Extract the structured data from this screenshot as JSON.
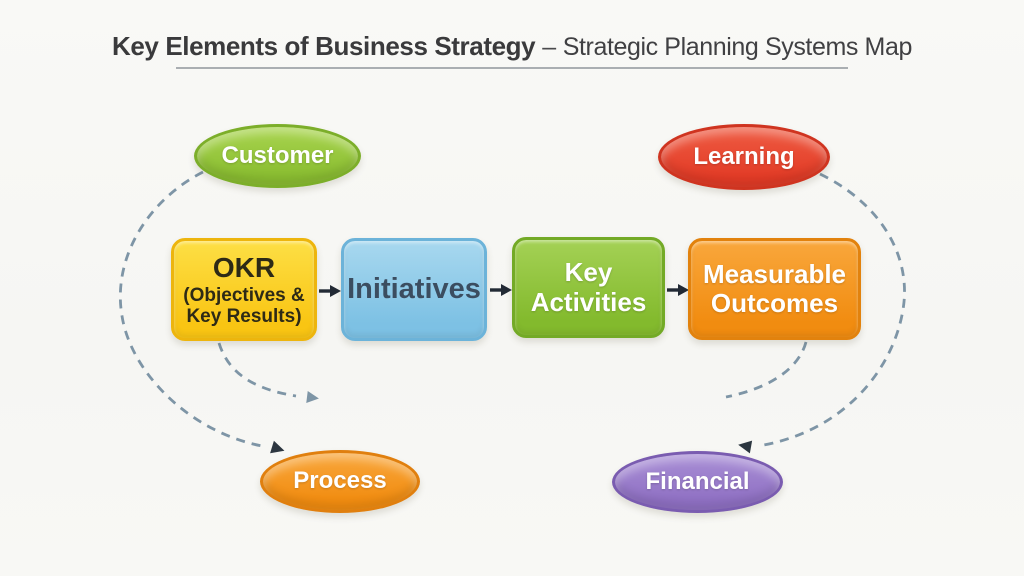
{
  "title": {
    "primary": "Key Elements of Business Strategy",
    "separator": "–",
    "secondary": "Strategic Planning Systems Map"
  },
  "nodes": {
    "customer": {
      "label": "Customer",
      "shape": "ellipse",
      "fill_top": "#a9d54f",
      "fill_bottom": "#8abd31",
      "border": "#7cae2a",
      "text_color": "#ffffff"
    },
    "learning": {
      "label": "Learning",
      "shape": "ellipse",
      "fill_top": "#ef5c43",
      "fill_bottom": "#e23b26",
      "border": "#cf3420",
      "text_color": "#ffffff"
    },
    "okr": {
      "label_main": "OKR",
      "label_sub": "(Objectives &\nKey Results)",
      "shape": "rounded-rect",
      "fill_top": "#fddf45",
      "fill_bottom": "#f9c513",
      "border": "#edb50d",
      "text_color": "#2d2a16"
    },
    "initiatives": {
      "label": "Initiatives",
      "shape": "rounded-rect",
      "fill_top": "#a8d8ef",
      "fill_bottom": "#7dc1e4",
      "border": "#6cb3d9",
      "text_color": "#3b4d60"
    },
    "key_activities": {
      "label": "Key\nActivities",
      "shape": "rounded-rect",
      "fill_top": "#a4d155",
      "fill_bottom": "#83ba2d",
      "border": "#73aa26",
      "text_color": "#ffffff"
    },
    "measurable_outcomes": {
      "label": "Measurable\nOutcomes",
      "shape": "rounded-rect",
      "fill_top": "#f9a73c",
      "fill_bottom": "#f18c10",
      "border": "#e2820d",
      "text_color": "#ffffff"
    },
    "process": {
      "label": "Process",
      "shape": "ellipse",
      "fill_top": "#f9a73c",
      "fill_bottom": "#f18c10",
      "border": "#e07f0e",
      "text_color": "#ffffff"
    },
    "financial": {
      "label": "Financial",
      "shape": "ellipse",
      "fill_top": "#a98fd6",
      "fill_bottom": "#8f70c3",
      "border": "#7a5cb0",
      "text_color": "#ffffff"
    }
  },
  "edges": [
    {
      "from": "okr",
      "to": "initiatives",
      "style": "solid-arrow"
    },
    {
      "from": "initiatives",
      "to": "key_activities",
      "style": "solid-arrow"
    },
    {
      "from": "key_activities",
      "to": "measurable_outcomes",
      "style": "solid-arrow"
    },
    {
      "from": "customer",
      "to": "process",
      "style": "dashed-curve-arrow"
    },
    {
      "from": "learning",
      "to": "financial",
      "style": "dashed-curve-arrow"
    },
    {
      "from": "okr",
      "to": "open-right",
      "style": "dashed-curve-arrow"
    },
    {
      "from": "measurable_outcomes",
      "to": "open-left",
      "style": "dashed-curve"
    }
  ],
  "colors": {
    "background": "#f8f8f5",
    "title_text": "#3a3a3c",
    "title_rule": "#8f959b",
    "dashed_connector": "#7e95a6",
    "solid_arrow": "#222a35",
    "dark_arrowhead": "#2c3640"
  }
}
